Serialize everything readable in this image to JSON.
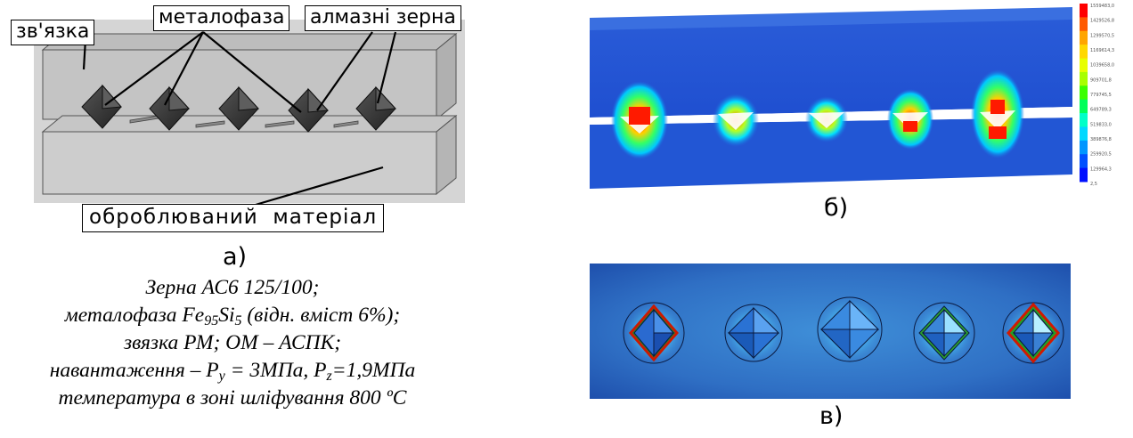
{
  "panel_a": {
    "labels": {
      "binder": "зв'язка",
      "metal_phase": "металофаза",
      "diamond_grains": "алмазні зерна",
      "workpiece": "оброблюваний  матеріал"
    },
    "letter": "а)",
    "caption": {
      "line1": "Зерна АС6 125/100;",
      "line2_pre": "металофаза Fe",
      "line2_sub1": "95",
      "line2_mid": "Si",
      "line2_sub2": "5",
      "line2_post": " (відн. вміст 6%);",
      "line3": "звязка РМ; ОМ – АСПК;",
      "line4_pre": "навантаження – P",
      "line4_sub1": "y",
      "line4_mid": " = 3МПа, P",
      "line4_sub2": "z",
      "line4_post": "=1,9МПа",
      "line5": "температура в зоні шліфування 800 ºС"
    }
  },
  "panel_b": {
    "letter": "б)",
    "legend_labels": [
      "1559483,0",
      "1429526,8",
      "1299570,5",
      "1169614,3",
      "1039658,0",
      "909701,8",
      "779745,5",
      "649789,3",
      "519833,0",
      "389876,8",
      "259920,5",
      "129964,3",
      "2,5"
    ],
    "legend_colors": [
      "#ff0000",
      "#ff5a00",
      "#ffa500",
      "#ffd800",
      "#e8ff00",
      "#a8ff00",
      "#3cff00",
      "#00ff5a",
      "#00ffc8",
      "#00d8ff",
      "#0096ff",
      "#0050ff",
      "#0010ff"
    ]
  },
  "panel_c": {
    "letter": "в)"
  }
}
